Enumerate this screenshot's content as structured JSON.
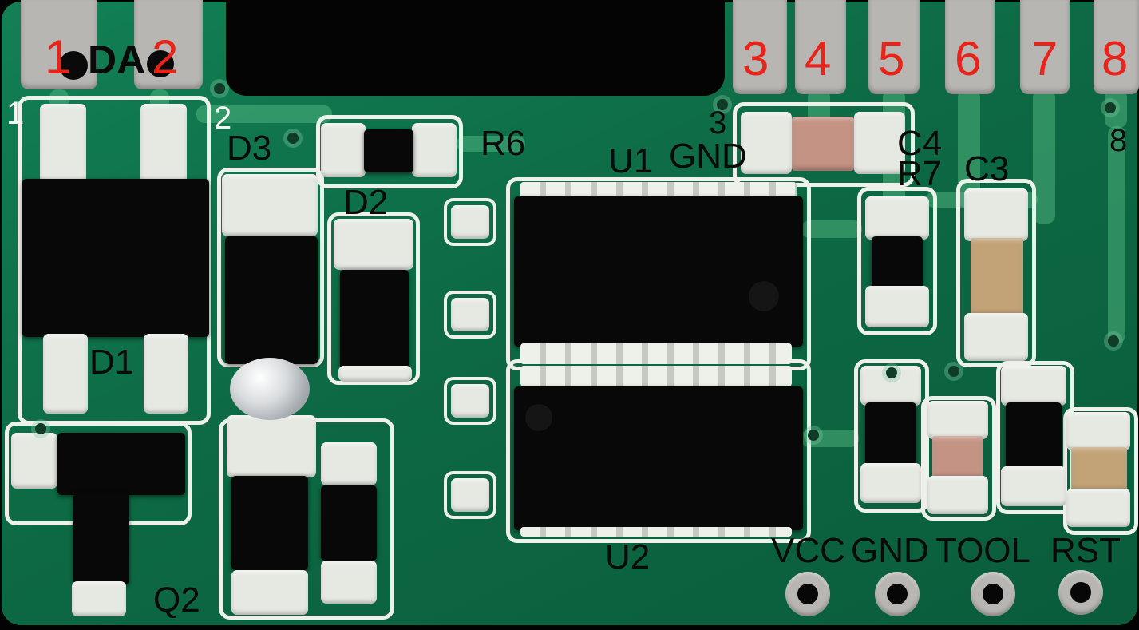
{
  "scene": {
    "description": "Annotated top-view photo of a green PCB module with numbered castellated edge pads and labeled components"
  },
  "colors": {
    "pcb-green": "#0d6a44",
    "pcb-trace": "#5cc08a",
    "silkscreen": "#eef0ea",
    "solder-pad": "#e6e8e2",
    "edge-pad-gray": "#b7b6b3",
    "component-black": "#080808",
    "capacitor-pink": "#c49384",
    "capacitor-tan": "#c2a377",
    "annotation-red": "#e8231a",
    "annotation-black": "#0a0a0a",
    "annotation-white": "#f5f5f3"
  },
  "edge_pins": {
    "red_numbers": [
      "1",
      "2",
      "3",
      "4",
      "5",
      "6",
      "7",
      "8"
    ],
    "silk_numbers": [
      "1",
      "2",
      "3",
      "8"
    ],
    "da_label": "DA"
  },
  "component_labels": {
    "d1": "D1",
    "d2": "D2",
    "d3": "D3",
    "r6": "R6",
    "r7": "R7",
    "c3": "C3",
    "c4": "C4",
    "u1": "U1",
    "u2": "U2",
    "q2": "Q2",
    "gnd_top": "GND"
  },
  "programming_pads": {
    "vcc": "VCC",
    "gnd": "GND",
    "tool": "TOOL",
    "rst": "RST"
  }
}
